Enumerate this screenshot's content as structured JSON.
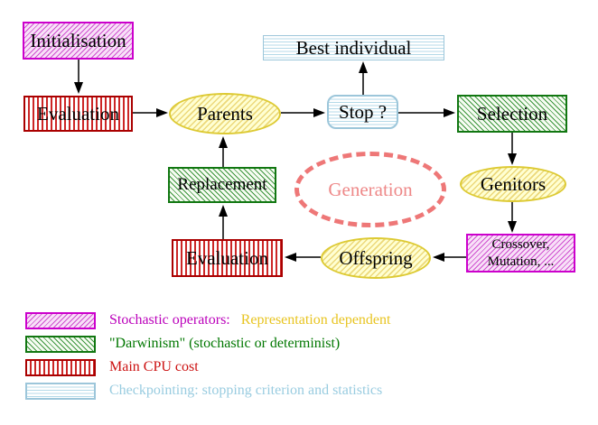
{
  "diagram": {
    "nodes": {
      "initialisation": {
        "label": "Initialisation"
      },
      "evaluation_top": {
        "label": "Evaluation"
      },
      "parents": {
        "label": "Parents"
      },
      "best_individual": {
        "label": "Best individual"
      },
      "stop": {
        "label": "Stop ?"
      },
      "selection": {
        "label": "Selection"
      },
      "replacement": {
        "label": "Replacement"
      },
      "generation": {
        "label": "Generation"
      },
      "genitors": {
        "label": "Genitors"
      },
      "evaluation_bottom": {
        "label": "Evaluation"
      },
      "offspring": {
        "label": "Offspring"
      },
      "crossover": {
        "line1": "Crossover,",
        "line2": "Mutation, ..."
      }
    },
    "legend": {
      "stochastic": {
        "label": "Stochastic operators:",
        "label2": "Representation dependent"
      },
      "darwinism": {
        "label": "\"Darwinism\" (stochastic or determinist)"
      },
      "cpu": {
        "label": "Main CPU cost"
      },
      "checkpointing": {
        "label": "Checkpointing: stopping criterion and statistics"
      }
    },
    "colors": {
      "stochastic_magenta": "#cc00cc",
      "representation_gold": "#e8c420",
      "darwinism_green": "#007700",
      "cpu_red": "#cc1111",
      "checkpoint_blue": "#99cce0",
      "generation_salmon": "#ee7777",
      "yellow_node_border": "#ddca33",
      "arrow_black": "#000000"
    }
  }
}
